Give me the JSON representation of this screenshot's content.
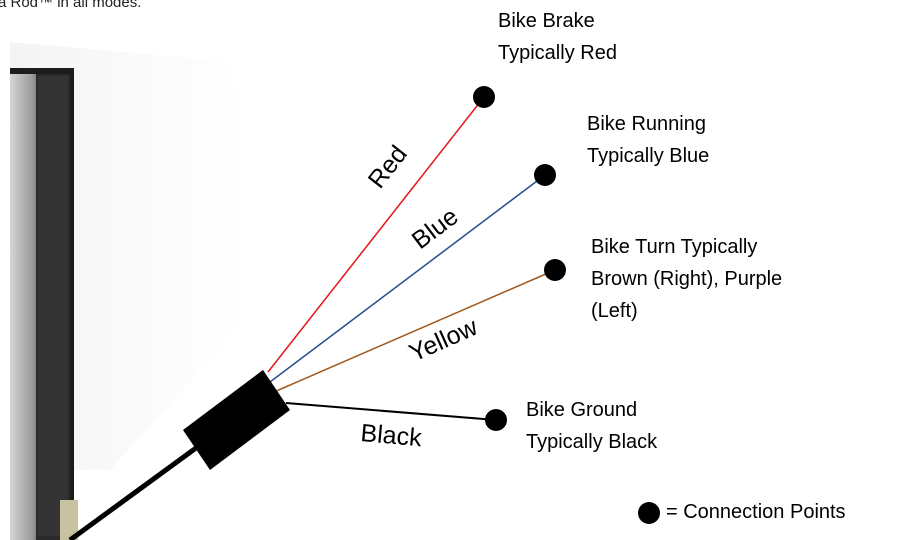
{
  "header": {
    "note": "a Rod™ in all modes."
  },
  "wires": [
    {
      "label": "Red",
      "color": "#e8141c"
    },
    {
      "label": "Blue",
      "color": "#1f4f8f"
    },
    {
      "label": "Yellow",
      "color": "#a0581c"
    },
    {
      "label": "Black",
      "color": "#000000"
    }
  ],
  "connections": [
    {
      "line1": "Bike Brake",
      "line2": "Typically Red"
    },
    {
      "line1": "Bike Running",
      "line2": "Typically Blue"
    },
    {
      "line1": "Bike Turn Typically",
      "line2": "Brown (Right), Purple",
      "line3": "(Left)"
    },
    {
      "line1": "Bike Ground",
      "line2": "Typically Black"
    }
  ],
  "legend": {
    "label": "= Connection Points"
  }
}
